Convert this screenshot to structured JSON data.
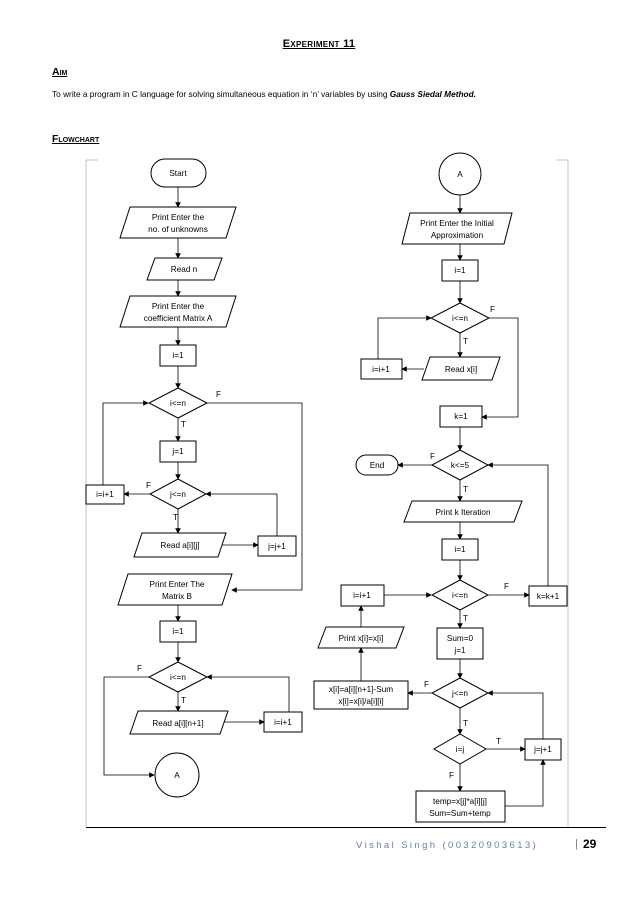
{
  "header": {
    "title": "Experiment 11",
    "aim_heading": "Aim",
    "aim_text_prefix": "To write a program in C language for solving simultaneous equation in ‘n’ variables by using ",
    "aim_text_method": "Gauss Siedal Method.",
    "flowchart_heading": "Flowchart"
  },
  "flowchart": {
    "left": {
      "start": "Start",
      "print_unknowns_1": "Print Enter the",
      "print_unknowns_2": "no. of unknowns",
      "read_n": "Read n",
      "print_coeff_1": "Print Enter the",
      "print_coeff_2": "coefficient Matrix A",
      "i_eq_1": "i=1",
      "cond_i": "i<=n",
      "j_eq_1": "j=1",
      "cond_j": "j<=n",
      "i_inc": "i=i+1",
      "read_aij": "Read a[i][j]",
      "j_inc": "j=j+1",
      "print_b_1": "Print Enter The",
      "print_b_2": "Matrix B",
      "i_eq_1_b": "i=1",
      "cond_i_b": "i<=n",
      "read_ain": "Read a[i][n+1]",
      "i_inc_b": "i=i+1",
      "connector": "A"
    },
    "right": {
      "connector": "A",
      "print_approx_1": "Print Enter the Initial",
      "print_approx_2": "Approximation",
      "i_eq_1": "i=1",
      "cond_i": "i<=n",
      "i_inc": "i=i+1",
      "read_xi": "Read x[i]",
      "k_eq_1": "k=1",
      "end": "End",
      "cond_k": "k<=5",
      "print_k": "Print k Iteration",
      "i_eq_1_b": "i=1",
      "cond_i_b": "i<=n",
      "i_inc_b": "i=i+1",
      "k_inc": "k=k+1",
      "print_xi": "Print x[i]=x[i]",
      "sum_init_1": "Sum=0",
      "sum_init_2": "j=1",
      "calc_x_1": "x[i]=a[i][n+1]-Sum",
      "calc_x_2": "x[i]=x[i]/a[i][i]",
      "cond_j": "j<=n",
      "cond_ij": "i=j",
      "j_inc": "j=j+1",
      "temp_1": "temp=x[j]*a[i][j]",
      "temp_2": "Sum=Sum+temp"
    },
    "labels": {
      "t": "T",
      "f": "F"
    }
  },
  "footer": {
    "author": "Vishal Singh (00320903613)",
    "separator": "|",
    "page": "29"
  }
}
